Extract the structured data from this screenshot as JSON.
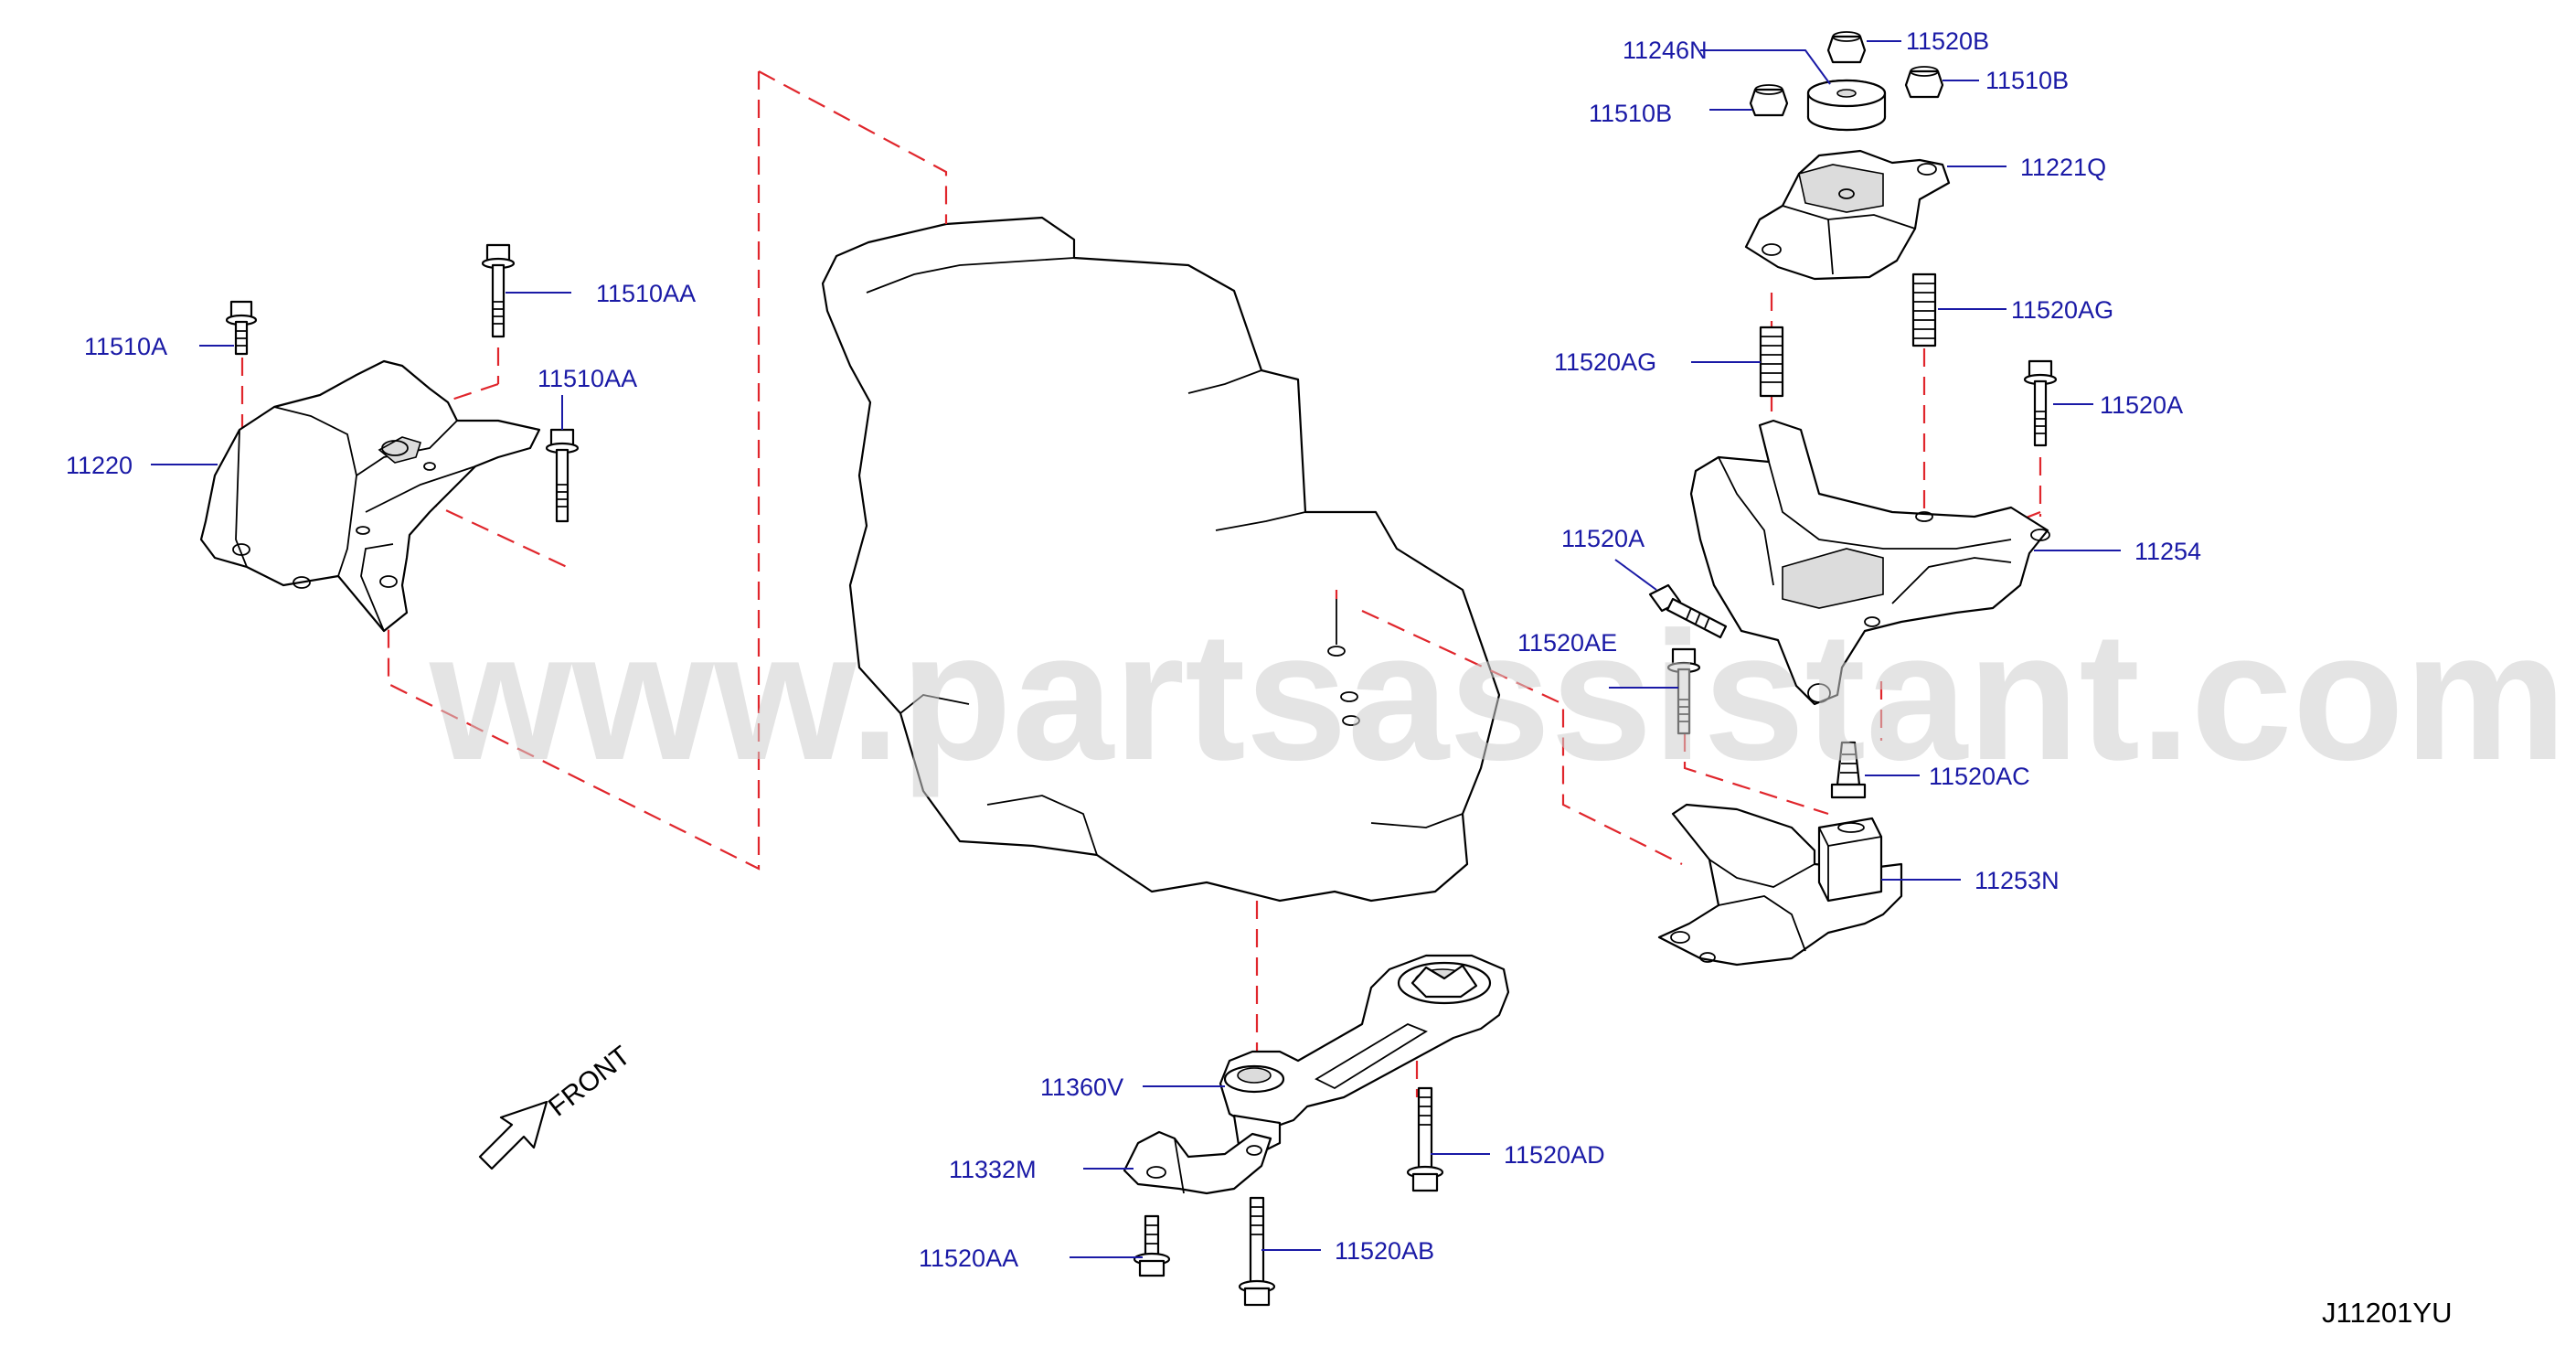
{
  "watermark": "www.partsassistant.com",
  "figure_code": "J11201YU",
  "direction_label": "FRONT",
  "callouts": [
    {
      "id": "11246N",
      "text": "11246N"
    },
    {
      "id": "11520B",
      "text": "11520B"
    },
    {
      "id": "11510B_left",
      "text": "11510B"
    },
    {
      "id": "11510B_right",
      "text": "11510B"
    },
    {
      "id": "11221Q",
      "text": "11221Q"
    },
    {
      "id": "11520AG_right",
      "text": "11520AG"
    },
    {
      "id": "11520AG_left",
      "text": "11520AG"
    },
    {
      "id": "11520A_right",
      "text": "11520A"
    },
    {
      "id": "11254",
      "text": "11254"
    },
    {
      "id": "11520A_left",
      "text": "11520A"
    },
    {
      "id": "11520AE",
      "text": "11520AE"
    },
    {
      "id": "11520AC",
      "text": "11520AC"
    },
    {
      "id": "11253N",
      "text": "11253N"
    },
    {
      "id": "11510AA_top",
      "text": "11510AA"
    },
    {
      "id": "11510AA_mid",
      "text": "11510AA"
    },
    {
      "id": "11510A",
      "text": "11510A"
    },
    {
      "id": "11220",
      "text": "11220"
    },
    {
      "id": "11360V",
      "text": "11360V"
    },
    {
      "id": "11332M",
      "text": "11332M"
    },
    {
      "id": "11520AD",
      "text": "11520AD"
    },
    {
      "id": "11520AA_bottom",
      "text": "11520AA"
    },
    {
      "id": "11520AB",
      "text": "11520AB"
    }
  ],
  "colors": {
    "callout_text": "#1a1aa6",
    "assembly_line": "#e0262c",
    "outline": "#000000",
    "watermark": "#cfcfcf"
  }
}
